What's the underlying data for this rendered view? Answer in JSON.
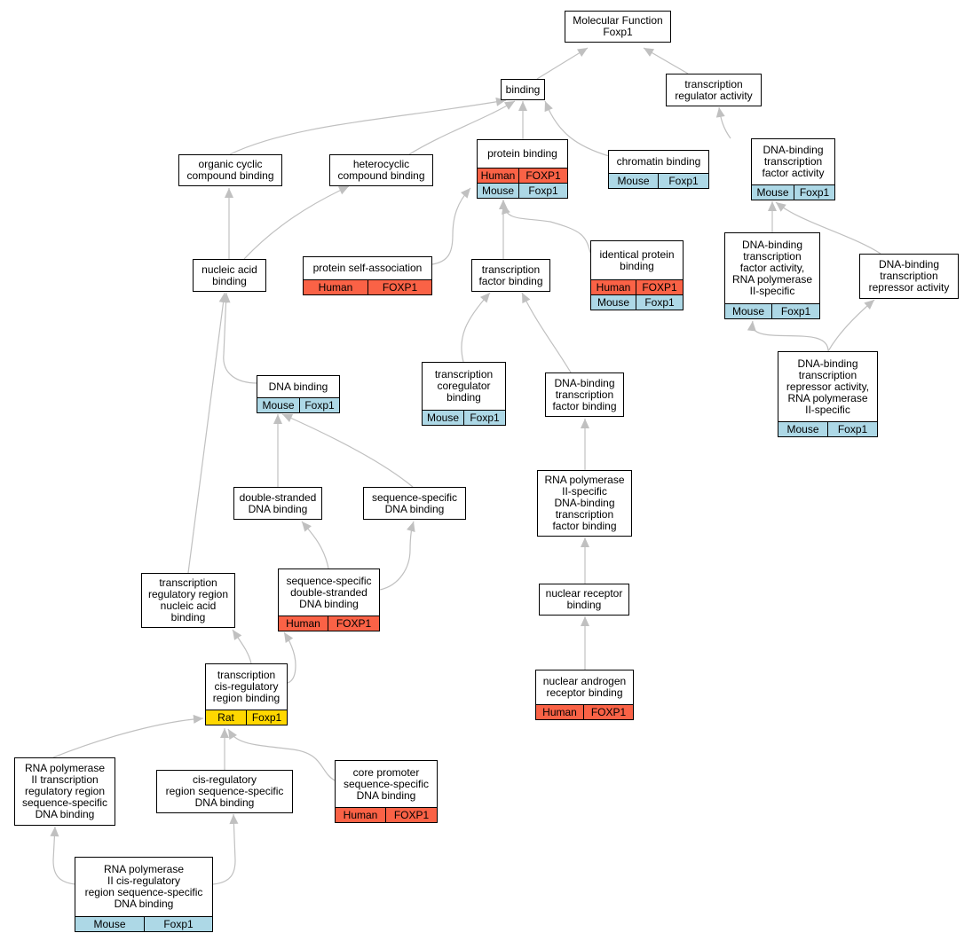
{
  "colors": {
    "human": "#fa6246",
    "mouse": "#add8e6",
    "rat": "#ffd700",
    "edge": "#c0c0c0"
  },
  "nodes": [
    {
      "id": "mf",
      "label": "Molecular Function\nFoxp1",
      "rows": []
    },
    {
      "id": "binding",
      "label": "binding",
      "rows": []
    },
    {
      "id": "tra",
      "label": "transcription\nregulator activity",
      "rows": []
    },
    {
      "id": "occ",
      "label": "organic cyclic\ncompound binding",
      "rows": []
    },
    {
      "id": "het",
      "label": "heterocyclic\ncompound binding",
      "rows": []
    },
    {
      "id": "pb",
      "label": "protein binding",
      "rows": [
        {
          "species": "Human",
          "gene": "FOXP1",
          "color": "human"
        },
        {
          "species": "Mouse",
          "gene": "Foxp1",
          "color": "mouse"
        }
      ]
    },
    {
      "id": "chb",
      "label": "chromatin binding",
      "rows": [
        {
          "species": "Mouse",
          "gene": "Foxp1",
          "color": "mouse"
        }
      ]
    },
    {
      "id": "dbtfa",
      "label": "DNA-binding\ntranscription\nfactor activity",
      "rows": [
        {
          "species": "Mouse",
          "gene": "Foxp1",
          "color": "mouse"
        }
      ]
    },
    {
      "id": "nab",
      "label": "nucleic acid\nbinding",
      "rows": []
    },
    {
      "id": "psa",
      "label": "protein self-association",
      "rows": [
        {
          "species": "Human",
          "gene": "FOXP1",
          "color": "human"
        }
      ]
    },
    {
      "id": "tfb",
      "label": "transcription\nfactor binding",
      "rows": []
    },
    {
      "id": "ipb",
      "label": "identical protein\nbinding",
      "rows": [
        {
          "species": "Human",
          "gene": "FOXP1",
          "color": "human"
        },
        {
          "species": "Mouse",
          "gene": "Foxp1",
          "color": "mouse"
        }
      ]
    },
    {
      "id": "dbtfa2",
      "label": "DNA-binding\ntranscription\nfactor activity,\nRNA polymerase\nII-specific",
      "rows": [
        {
          "species": "Mouse",
          "gene": "Foxp1",
          "color": "mouse"
        }
      ]
    },
    {
      "id": "dbtra",
      "label": "DNA-binding\ntranscription\nrepressor activity",
      "rows": []
    },
    {
      "id": "dnab",
      "label": "DNA binding",
      "rows": [
        {
          "species": "Mouse",
          "gene": "Foxp1",
          "color": "mouse"
        }
      ]
    },
    {
      "id": "tcb",
      "label": "transcription\ncoregulator\nbinding",
      "rows": [
        {
          "species": "Mouse",
          "gene": "Foxp1",
          "color": "mouse"
        }
      ]
    },
    {
      "id": "dbtfb",
      "label": "DNA-binding\ntranscription\nfactor binding",
      "rows": []
    },
    {
      "id": "dbtra2",
      "label": "DNA-binding\ntranscription\nrepressor activity,\nRNA polymerase\nII-specific",
      "rows": [
        {
          "species": "Mouse",
          "gene": "Foxp1",
          "color": "mouse"
        }
      ]
    },
    {
      "id": "dsdna",
      "label": "double-stranded\nDNA binding",
      "rows": []
    },
    {
      "id": "ssdna",
      "label": "sequence-specific\nDNA binding",
      "rows": []
    },
    {
      "id": "rnapii",
      "label": "RNA polymerase\nII-specific\nDNA-binding\ntranscription\nfactor binding",
      "rows": []
    },
    {
      "id": "trrna",
      "label": "transcription\nregulatory region\nnucleic acid\nbinding",
      "rows": []
    },
    {
      "id": "ssds",
      "label": "sequence-specific\ndouble-stranded\nDNA binding",
      "rows": [
        {
          "species": "Human",
          "gene": "FOXP1",
          "color": "human"
        }
      ]
    },
    {
      "id": "nrb",
      "label": "nuclear receptor\nbinding",
      "rows": []
    },
    {
      "id": "tcrrb",
      "label": "transcription\ncis-regulatory\nregion binding",
      "rows": [
        {
          "species": "Rat",
          "gene": "Foxp1",
          "color": "rat"
        }
      ]
    },
    {
      "id": "narb",
      "label": "nuclear androgen\nreceptor binding",
      "rows": [
        {
          "species": "Human",
          "gene": "FOXP1",
          "color": "human"
        }
      ]
    },
    {
      "id": "rnap2tr",
      "label": "RNA polymerase\nII transcription\nregulatory region\nsequence-specific\nDNA binding",
      "rows": []
    },
    {
      "id": "crrss",
      "label": "cis-regulatory\nregion sequence-specific\nDNA binding",
      "rows": []
    },
    {
      "id": "cpss",
      "label": "core promoter\nsequence-specific\nDNA binding",
      "rows": [
        {
          "species": "Human",
          "gene": "FOXP1",
          "color": "human"
        }
      ]
    },
    {
      "id": "rnap2cr",
      "label": "RNA polymerase\nII cis-regulatory\nregion sequence-specific\nDNA binding",
      "rows": [
        {
          "species": "Mouse",
          "gene": "Foxp1",
          "color": "mouse"
        }
      ]
    }
  ]
}
